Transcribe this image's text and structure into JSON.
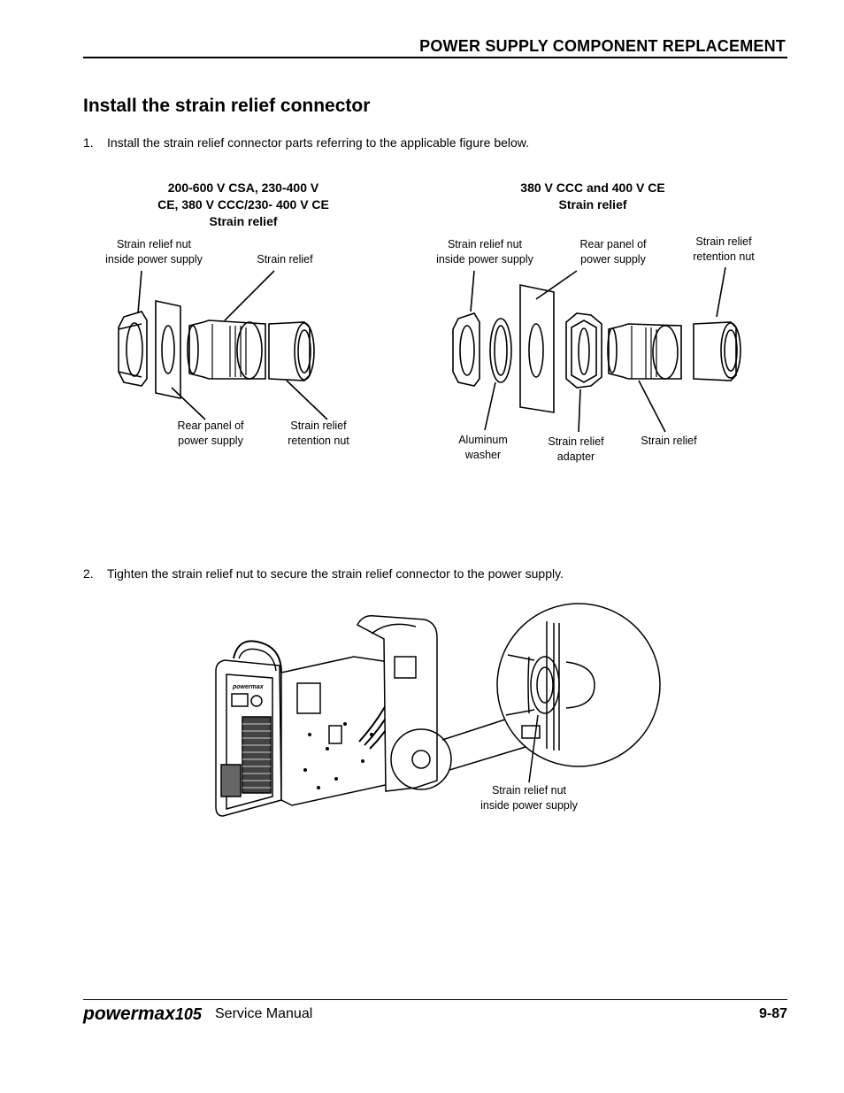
{
  "header": {
    "title": "POWER SUPPLY COMPONENT REPLACEMENT"
  },
  "section": {
    "title": "Install the strain relief connector"
  },
  "steps": [
    {
      "number": "1.",
      "text": "Install the strain relief connector parts referring to the applicable figure below."
    },
    {
      "number": "2.",
      "text": "Tighten the strain relief nut to secure the strain relief connector to the power supply."
    }
  ],
  "figure_left": {
    "caption": [
      "200-600 V CSA, 230-400 V",
      "CE, 380 V CCC/230- 400 V CE",
      "Strain relief"
    ],
    "labels": {
      "nut": [
        "Strain relief nut",
        "inside power supply"
      ],
      "relief": [
        "Strain relief"
      ],
      "panel": [
        "Rear panel of",
        "power supply"
      ],
      "retention": [
        "Strain relief",
        "retention nut"
      ]
    }
  },
  "figure_right": {
    "caption": [
      "380 V CCC and 400 V CE",
      "Strain relief"
    ],
    "labels": {
      "nut": [
        "Strain relief nut",
        "inside power supply"
      ],
      "panel": [
        "Rear panel of",
        "power supply"
      ],
      "retention": [
        "Strain relief",
        "retention nut"
      ],
      "washer": [
        "Aluminum",
        "washer"
      ],
      "adapter": [
        "Strain relief",
        "adapter"
      ],
      "relief": [
        "Strain relief"
      ]
    }
  },
  "figure_bottom": {
    "device_brand": "powermax",
    "labels": {
      "nut": [
        "Strain relief nut",
        "inside power supply"
      ]
    }
  },
  "footer": {
    "brand": "powermax",
    "brand_suffix": "105",
    "manual": "Service Manual",
    "page": "9-87"
  }
}
